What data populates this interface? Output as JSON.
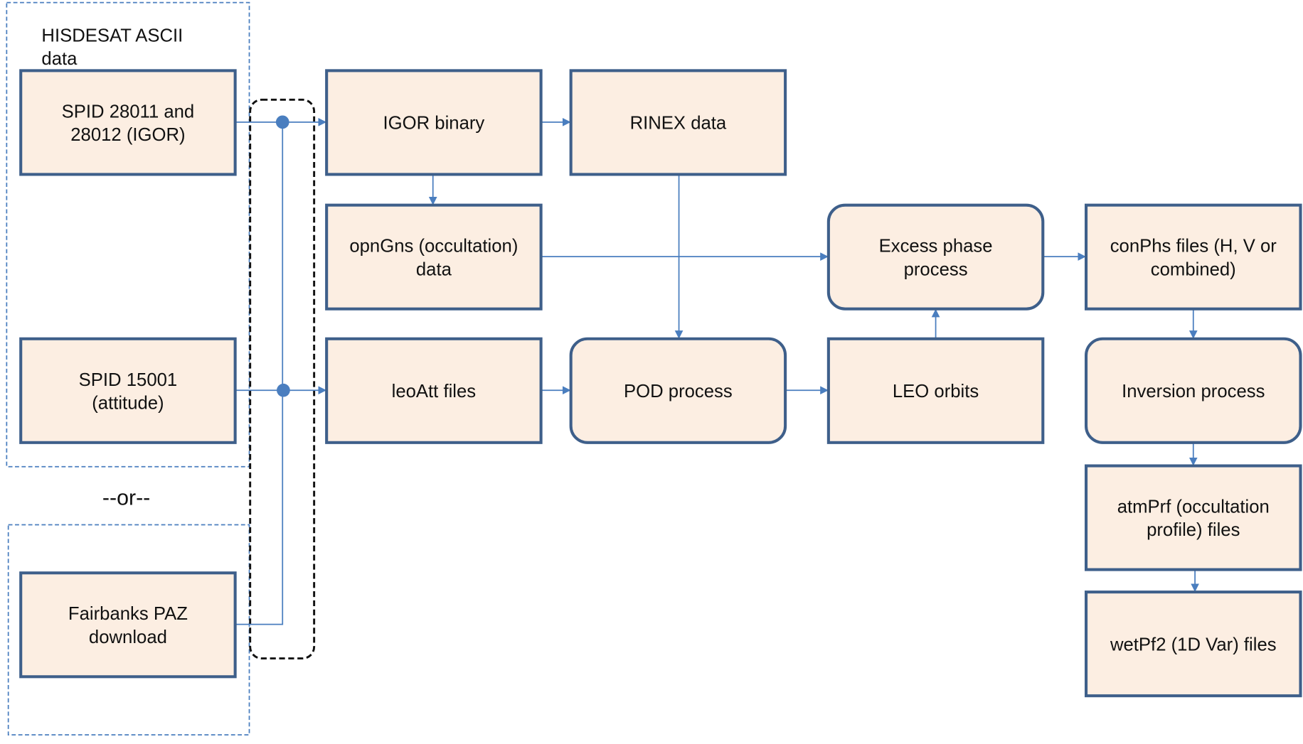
{
  "colors": {
    "box_fill": "#FCEEE2",
    "box_border": "#3E5F8A",
    "connector": "#4A7EBF",
    "group_border": "#4A7EBF",
    "bracket": "#111111"
  },
  "groups": {
    "hisdesat_title": [
      "HISDESAT ASCII",
      "data"
    ],
    "or_label": "--or--"
  },
  "nodes": [
    {
      "id": "spid-28011",
      "lines": [
        "SPID 28011 and",
        "28012 (IGOR)"
      ],
      "shape": "rect"
    },
    {
      "id": "spid-15001",
      "lines": [
        "SPID 15001",
        "(attitude)"
      ],
      "shape": "rect"
    },
    {
      "id": "fairbanks-paz",
      "lines": [
        "Fairbanks PAZ",
        "download"
      ],
      "shape": "rect"
    },
    {
      "id": "igor-binary",
      "lines": [
        "IGOR binary"
      ],
      "shape": "rect"
    },
    {
      "id": "rinex-data",
      "lines": [
        "RINEX data"
      ],
      "shape": "rect"
    },
    {
      "id": "opngns-data",
      "lines": [
        "opnGns (occultation)",
        "data"
      ],
      "shape": "rect"
    },
    {
      "id": "leoatt-files",
      "lines": [
        "leoAtt files"
      ],
      "shape": "rect"
    },
    {
      "id": "pod-process",
      "lines": [
        "POD process"
      ],
      "shape": "rounded"
    },
    {
      "id": "excess-phase-process",
      "lines": [
        "Excess phase",
        "process"
      ],
      "shape": "rounded"
    },
    {
      "id": "leo-orbits",
      "lines": [
        "LEO orbits"
      ],
      "shape": "rect"
    },
    {
      "id": "conphs-files",
      "lines": [
        "conPhs files (H, V or",
        "combined)"
      ],
      "shape": "rect"
    },
    {
      "id": "inversion-process",
      "lines": [
        "Inversion process"
      ],
      "shape": "rounded"
    },
    {
      "id": "atmprf-files",
      "lines": [
        "atmPrf (occultation",
        "profile) files"
      ],
      "shape": "rect"
    },
    {
      "id": "wetpf2-files",
      "lines": [
        "wetPf2 (1D Var) files"
      ],
      "shape": "rect"
    }
  ],
  "edges": [
    {
      "from": "spid-28011",
      "to": "igor-binary"
    },
    {
      "from": "spid-15001",
      "to": "leoatt-files"
    },
    {
      "from": "fairbanks-paz",
      "to": "igor-binary"
    },
    {
      "from": "fairbanks-paz",
      "to": "leoatt-files"
    },
    {
      "from": "igor-binary",
      "to": "rinex-data"
    },
    {
      "from": "igor-binary",
      "to": "opngns-data"
    },
    {
      "from": "rinex-data",
      "to": "pod-process"
    },
    {
      "from": "opngns-data",
      "to": "excess-phase-process"
    },
    {
      "from": "leoatt-files",
      "to": "pod-process"
    },
    {
      "from": "pod-process",
      "to": "leo-orbits"
    },
    {
      "from": "leo-orbits",
      "to": "excess-phase-process"
    },
    {
      "from": "excess-phase-process",
      "to": "conphs-files"
    },
    {
      "from": "conphs-files",
      "to": "inversion-process"
    },
    {
      "from": "inversion-process",
      "to": "atmprf-files"
    },
    {
      "from": "atmprf-files",
      "to": "wetpf2-files"
    }
  ]
}
